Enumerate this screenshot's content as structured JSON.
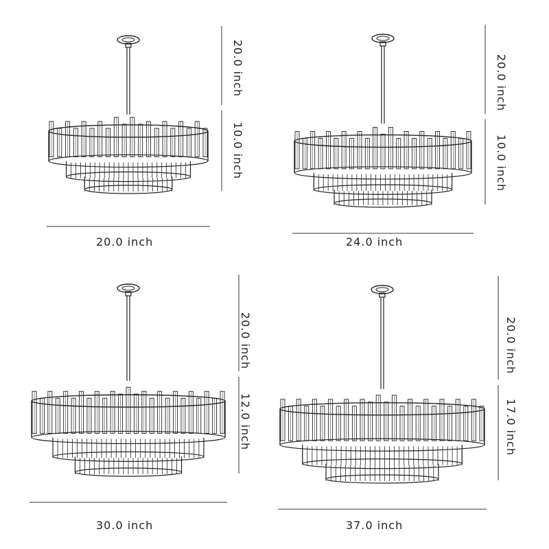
{
  "variants": [
    {
      "width": "20.0  inch",
      "rod": "20.0  inch",
      "height": "10.0  inch"
    },
    {
      "width": "24.0  inch",
      "rod": "20.0  inch",
      "height": "10.0  inch"
    },
    {
      "width": "30.0  inch",
      "rod": "20.0  inch",
      "height": "12.0  inch"
    },
    {
      "width": "37.0  inch",
      "rod": "20.0  inch",
      "height": "17.0  inch"
    }
  ],
  "colors": {
    "line": "#222222",
    "dim": "#333333"
  }
}
